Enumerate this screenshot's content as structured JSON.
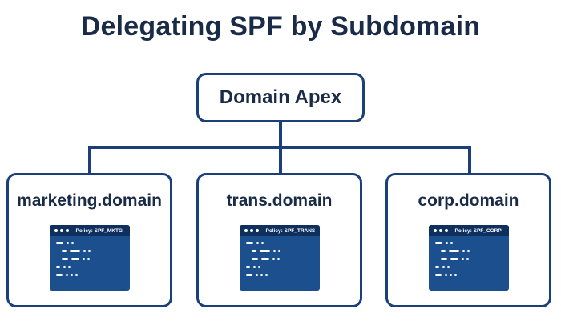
{
  "title": "Delegating SPF by Subdomain",
  "apex": {
    "label": "Domain Apex"
  },
  "children": [
    {
      "label": "marketing.domain",
      "policy": "Policy: SPF_MKTG"
    },
    {
      "label": "trans.domain",
      "policy": "Policy: SPF_TRANS"
    },
    {
      "label": "corp.domain",
      "policy": "Policy: SPF_CORP"
    }
  ],
  "colors": {
    "node_border": "#1b3f78",
    "connector": "#1b3f78",
    "text": "#1a2b47",
    "window_body": "#1c4f8d",
    "window_bar": "#0f2f5e"
  }
}
